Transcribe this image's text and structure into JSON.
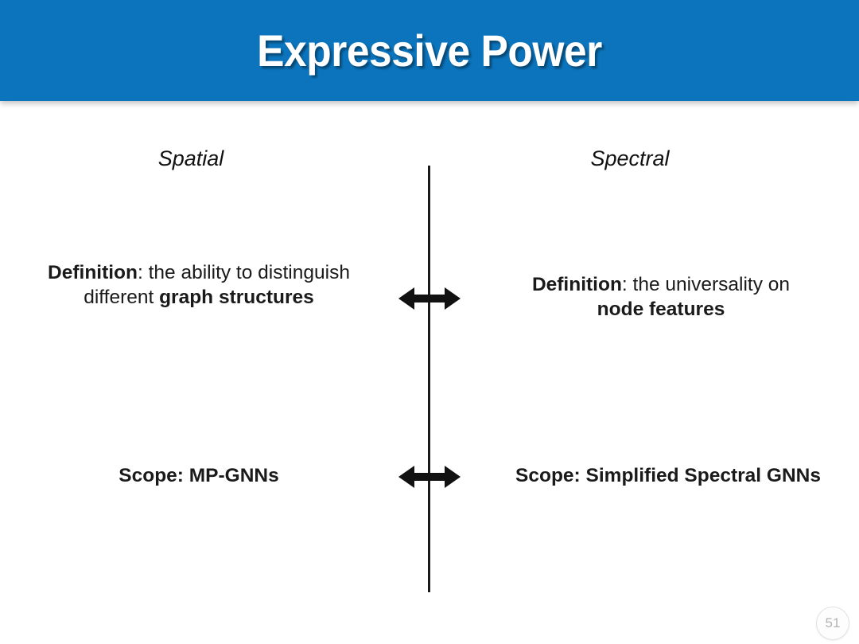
{
  "slide": {
    "title": "Expressive Power",
    "page_number": "51",
    "accent_color": "#0b74bc",
    "background_color": "#ffffff",
    "text_color": "#1a1a1a"
  },
  "columns": {
    "left": {
      "heading": "Spatial",
      "definition": {
        "label": "Definition",
        "separator": ": ",
        "body_before": "the ability to distinguish different ",
        "emphasis": "graph structures",
        "body_after": ""
      },
      "scope": "Scope: MP-GNNs"
    },
    "right": {
      "heading": "Spectral",
      "definition": {
        "label": "Definition",
        "separator": ": ",
        "body_before": "the universality on ",
        "emphasis": "node features",
        "body_after": ""
      },
      "scope": "Scope: Simplified Spectral GNNs"
    }
  },
  "connectors": [
    {
      "name": "definition-arrow",
      "icon": "double-headed-arrow-icon"
    },
    {
      "name": "scope-arrow",
      "icon": "double-headed-arrow-icon"
    }
  ]
}
